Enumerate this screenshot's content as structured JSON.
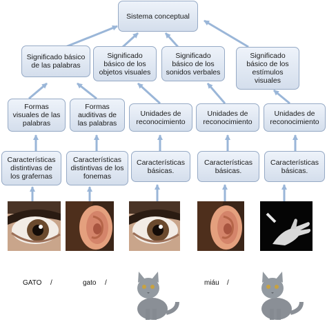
{
  "top": "Sistema conceptual",
  "level2": [
    "Significado básico de las palabras",
    "Significado básico de los objetos visuales",
    "Significado básico de los sonidos verbales",
    "Significado básico de los estímulos visuales"
  ],
  "level3": [
    "Formas visuales de las palabras",
    "Formas auditivas de las palabras",
    "Unidades de reconocimiento",
    "Unidades de reconocimiento",
    "Unidades de reconocimiento"
  ],
  "level4": [
    "Características distintivas de los grafernas",
    "Características distintivas de los fonemas",
    "Características básicas.",
    "Características básicas.",
    "Características básicas."
  ],
  "images": [
    "eye-photo",
    "ear-photo",
    "eye-photo",
    "ear-photo",
    "hand-photo"
  ],
  "bottom": {
    "gato_upper": "GATO",
    "sep1": "/",
    "gato_lower": "gato",
    "sep2": "/",
    "miau": "miáu",
    "sep3": "/"
  },
  "colors": {
    "box_fill": "#dbe4f0",
    "box_border": "#95a9c5",
    "arrow": "#9ab6d8"
  }
}
